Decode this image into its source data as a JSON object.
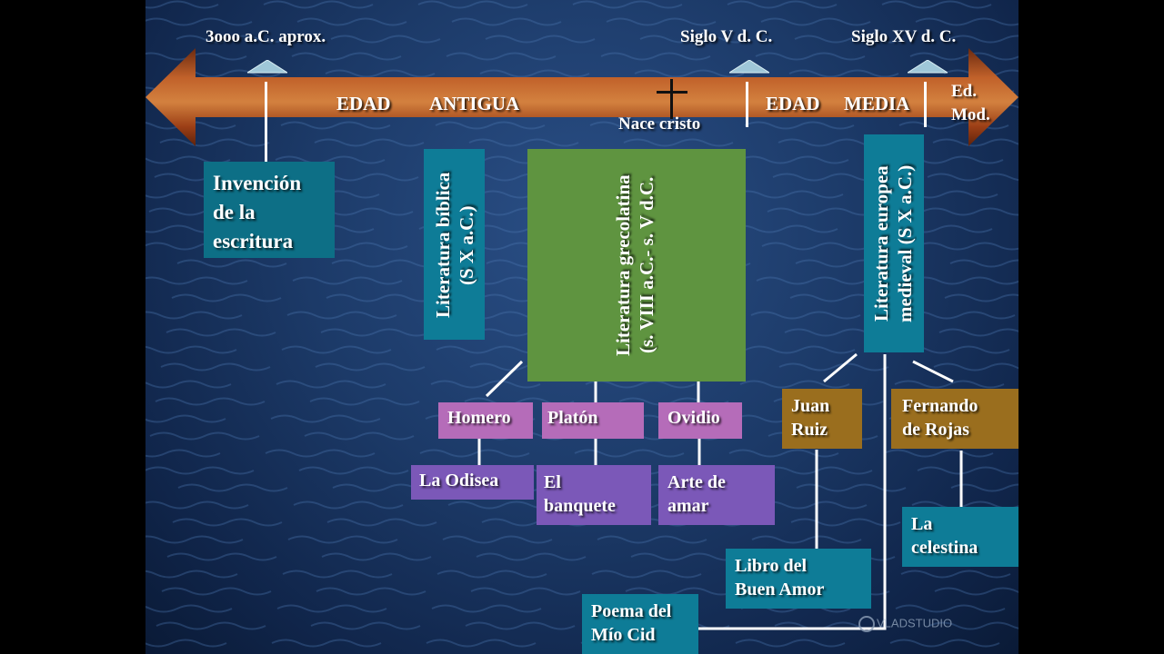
{
  "timeline": {
    "dates": {
      "start": "3ooo a.C. aprox.",
      "siglo_v": "Siglo V d. C.",
      "siglo_xv": "Siglo XV d. C."
    },
    "eras": {
      "edad_antigua_1": "EDAD",
      "edad_antigua_2": "ANTIGUA",
      "edad_media_1": "EDAD",
      "edad_media_2": "MEDIA",
      "ed_mod_1": "Ed.",
      "ed_mod_2": "Mod."
    },
    "nace_cristo": "Nace cristo"
  },
  "events": {
    "invencion": "Invención\nde la\nescritura"
  },
  "periods": {
    "biblica": "Literatura bíblica\n(S X a.C.)",
    "grecolatina": "Literatura grecolatina\n(s. VIII a.C.- s. V d.C.",
    "europea": "Literatura europea\nmedieval  (S X a.C.)"
  },
  "authors": {
    "homero": "Homero",
    "platon": "Platón",
    "ovidio": "Ovidio",
    "juan_ruiz": "Juan\nRuiz",
    "fernando_rojas": "Fernando\nde Rojas"
  },
  "works": {
    "odisea": "La Odisea",
    "banquete": "El\nbanquete",
    "arte_amar": "Arte de\namar",
    "celestina": "La\ncelestina",
    "libro_buen_amor": "Libro del\nBuen Amor",
    "mio_cid": "Poema del\nMío Cid"
  },
  "watermark": "VLADSTUDIO",
  "colors": {
    "arrow": "#a3451a",
    "teal": "#0e7c97",
    "green": "#5f9440",
    "pink": "#b56cb9",
    "violet": "#7b58b8",
    "brown": "#9a6e1e"
  }
}
